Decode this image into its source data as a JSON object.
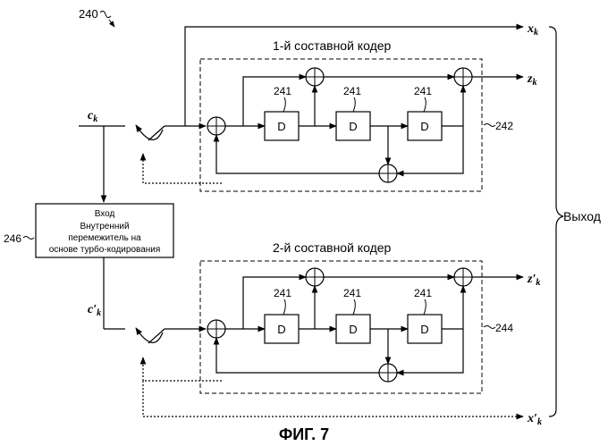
{
  "figure": {
    "ref_number": "240",
    "caption": "ФИГ. 7",
    "output_label": "Выход"
  },
  "encoder1": {
    "title": "1-й составной кодер",
    "ref": "242",
    "register_ref": "241",
    "register_label": "D"
  },
  "encoder2": {
    "title": "2-й составной кодер",
    "ref": "244",
    "register_ref": "241",
    "register_label": "D"
  },
  "interleaver": {
    "ref": "246",
    "line1": "Вход",
    "line2": "Внутренний",
    "line3": "перемежитель на",
    "line4": "основе турбо-кодирования"
  },
  "signals": {
    "ck": "c",
    "ck_sub": "k",
    "ck_prime": "c′",
    "ck_prime_sub": "k",
    "xk": "x",
    "xk_sub": "k",
    "zk": "z",
    "zk_sub": "k",
    "zk_prime": "z′",
    "zk_prime_sub": "k",
    "xk_prime": "x′",
    "xk_prime_sub": "k"
  }
}
